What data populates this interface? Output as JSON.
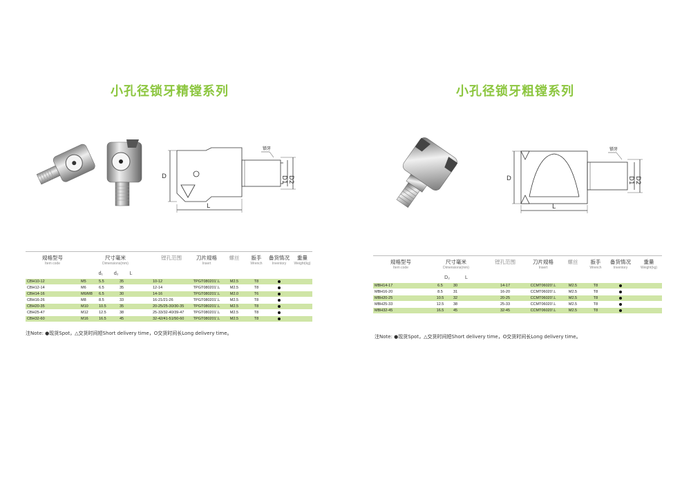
{
  "left": {
    "title": "小孔径锁牙精镗系列",
    "headers": {
      "code_cn": "规格型号",
      "code_en": "Item code",
      "dim_cn": "尺寸毫米",
      "dim_en": "Dimensions(mm)",
      "d1": "d₁",
      "d2": "d₂",
      "L": "L",
      "range_cn": "镗孔范围",
      "insert_cn": "刀片规格",
      "insert_en": "Insert",
      "screw_cn": "螺丝",
      "wrench_cn": "扳手",
      "wrench_en": "Wrench",
      "inv_cn": "备货情况",
      "inv_en": "Inventory",
      "weight_cn": "重量",
      "weight_en": "Weight(kg)"
    },
    "drawing": {
      "D": "D",
      "D1": "D1",
      "D2": "D2",
      "L": "L",
      "thread": "锁牙"
    },
    "rows": [
      {
        "code": "CBH10-12",
        "d1": "M5",
        "d2": "5.5",
        "L": "35",
        "range": "10-12",
        "insert": "TPGT080201'.L",
        "screw": "M2.5",
        "wrench": "T8"
      },
      {
        "code": "CBH12-14",
        "d1": "M6",
        "d2": "6.5",
        "L": "35",
        "range": "12-14",
        "insert": "TPGT080201'.L",
        "screw": "M2.5",
        "wrench": "T8"
      },
      {
        "code": "CBH14-16",
        "d1": "M6/M8",
        "d2": "6.5",
        "L": "30",
        "range": "14-16",
        "insert": "TPGT080201'.L",
        "screw": "M2.0",
        "wrench": "T6"
      },
      {
        "code": "CBH16-26",
        "d1": "M8",
        "d2": "8.5",
        "L": "33",
        "range": "16-21/21-26",
        "insert": "TPGT080201'.L",
        "screw": "M2.5",
        "wrench": "T8"
      },
      {
        "code": "CBH20-35",
        "d1": "M10",
        "d2": "10.5",
        "L": "35",
        "range": "20-25/25-30/30-35",
        "insert": "TPGT080201'.L",
        "screw": "M2.5",
        "wrench": "T8"
      },
      {
        "code": "CBH25-47",
        "d1": "M12",
        "d2": "12.5",
        "L": "38",
        "range": "25-33/32-40/39-47",
        "insert": "TPGT080201'.L",
        "screw": "M2.5",
        "wrench": "T8"
      },
      {
        "code": "CBH32-60",
        "d1": "M16",
        "d2": "16.5",
        "L": "45",
        "range": "32-42/41-51/50-60",
        "insert": "TPGT080201'.L",
        "screw": "M2.5",
        "wrench": "T8"
      }
    ],
    "note": "注Note: ●现货Spot，△交货时间短Short delivery time，O交货时间长Long delivery time。"
  },
  "right": {
    "title": "小孔径锁牙粗镗系列",
    "headers": {
      "code_cn": "规格型号",
      "code_en": "Item code",
      "dim_cn": "尺寸毫米",
      "dim_en": "Dimensions(mm)",
      "d2": "D₂",
      "L": "L",
      "range_cn": "镗孔范围",
      "insert_cn": "刀片规格",
      "insert_en": "Insert",
      "screw_cn": "螺丝",
      "wrench_cn": "扳手",
      "wrench_en": "Wrench",
      "inv_cn": "备货情况",
      "inv_en": "Inventory",
      "weight_cn": "重量",
      "weight_en": "Weight(kg)"
    },
    "drawing": {
      "D": "D",
      "D1": "D1",
      "D2": "D2",
      "L": "L",
      "thread": "锁牙"
    },
    "rows": [
      {
        "code": "MBH14-17",
        "d2": "6.5",
        "L": "30",
        "range": "14-17",
        "insert": "CCMT06020'.L",
        "screw": "M2.5",
        "wrench": "T8"
      },
      {
        "code": "MBH16-20",
        "d2": "8.5",
        "L": "31",
        "range": "16-20",
        "insert": "CCMT06020'.L",
        "screw": "M2.5",
        "wrench": "T8"
      },
      {
        "code": "MBH20-25",
        "d2": "10.5",
        "L": "32",
        "range": "20-25",
        "insert": "CCMT06020'.L",
        "screw": "M2.5",
        "wrench": "T8"
      },
      {
        "code": "MBH25-33",
        "d2": "12.5",
        "L": "38",
        "range": "25-33",
        "insert": "CCMT06020'.L",
        "screw": "M2.5",
        "wrench": "T8"
      },
      {
        "code": "MBH32-45",
        "d2": "16.5",
        "L": "45",
        "range": "32-45",
        "insert": "CCMT06020'.L",
        "screw": "M2.5",
        "wrench": "T8"
      }
    ],
    "note": "注Note: ●现货Spot，△交货时间短Short delivery time，O交货时间长Long delivery time。"
  }
}
